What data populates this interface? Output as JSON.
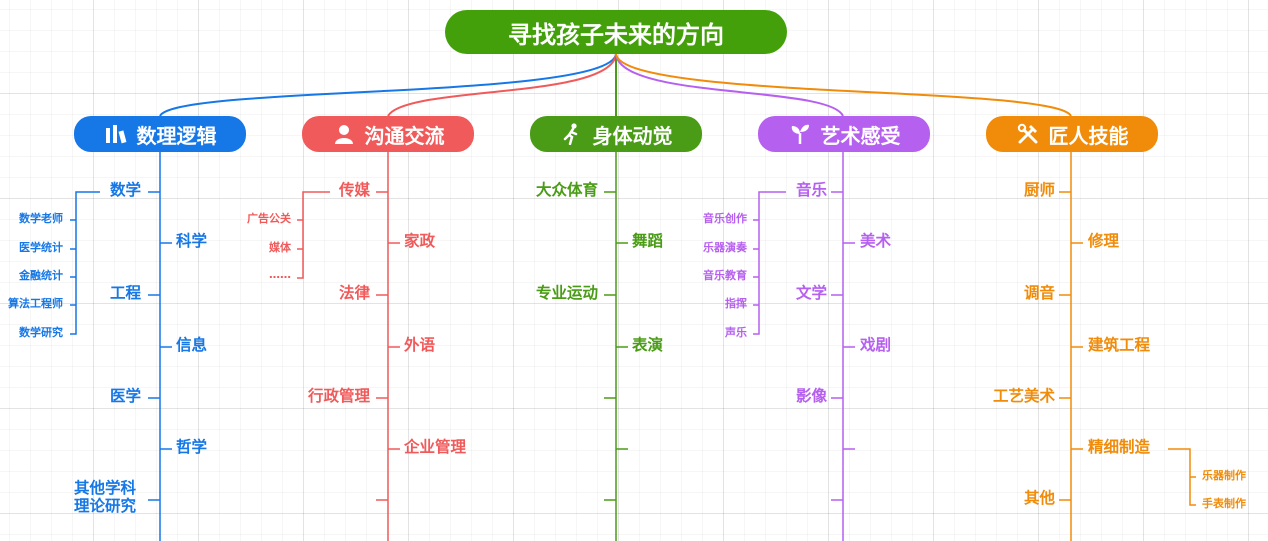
{
  "root": {
    "label": "寻找孩子未来的方向",
    "color": "#43a00a"
  },
  "categories": [
    {
      "label": "数理逻辑",
      "color": "#1677e6",
      "icon": "chart-icon",
      "left_items": [
        "数学",
        "工程",
        "医学",
        "其他学科\n理论研究"
      ],
      "right_items": [
        "科学",
        "信息",
        "哲学"
      ],
      "sub_items": [
        "数学老师",
        "医学统计",
        "金融统计",
        "算法工程师",
        "数学研究"
      ]
    },
    {
      "label": "沟通交流",
      "color": "#f05a5a",
      "icon": "person-icon",
      "left_items": [
        "传媒",
        "法律",
        "行政管理"
      ],
      "right_items": [
        "家政",
        "外语",
        "企业管理"
      ],
      "sub_items": [
        "广告公关",
        "媒体",
        "……"
      ]
    },
    {
      "label": "身体动觉",
      "color": "#4a9c16",
      "icon": "runner-icon",
      "left_items": [
        "大众体育",
        "专业运动"
      ],
      "right_items": [
        "舞蹈",
        "表演"
      ],
      "sub_items": []
    },
    {
      "label": "艺术感受",
      "color": "#b660f0",
      "icon": "sprout-icon",
      "left_items": [
        "音乐",
        "文学",
        "影像"
      ],
      "right_items": [
        "美术",
        "戏剧"
      ],
      "sub_items": [
        "音乐创作",
        "乐器演奏",
        "音乐教育",
        "指挥",
        "声乐"
      ]
    },
    {
      "label": "匠人技能",
      "color": "#f08c0a",
      "icon": "tools-icon",
      "left_items": [
        "厨师",
        "调音",
        "工艺美术",
        "其他"
      ],
      "right_items": [
        "修理",
        "建筑工程",
        "精细制造"
      ],
      "sub_items": [
        "乐器制作",
        "手表制作"
      ]
    }
  ]
}
